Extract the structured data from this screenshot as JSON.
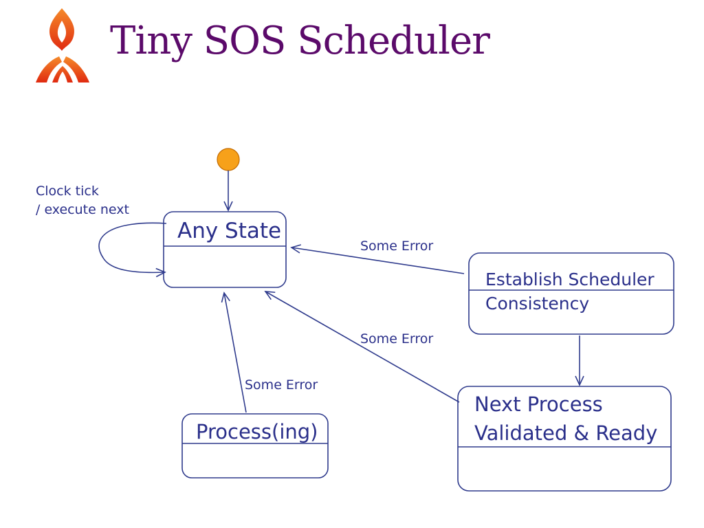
{
  "slide": {
    "title": "Tiny SOS Scheduler"
  },
  "colors": {
    "title": "#5b0a6a",
    "line": "#2e3a8c",
    "text": "#2a2f8a",
    "initial_fill": "#f7a11a",
    "initial_stroke": "#c26a00",
    "logo_top": "#f26b1d",
    "logo_bottom": "#e02a10"
  },
  "logo": {
    "icon": "flame-logo-icon"
  },
  "states": {
    "any_state": {
      "label": "Any State"
    },
    "establish": {
      "line1": "Establish Scheduler",
      "line2": "Consistency"
    },
    "next_process": {
      "line1": "Next Process",
      "line2": "Validated & Ready"
    },
    "processing": {
      "label": "Process(ing)"
    }
  },
  "transitions": {
    "self_loop": {
      "line1": "Clock tick",
      "line2": "/ execute next"
    },
    "establish_to_any": {
      "label": "Some Error"
    },
    "next_to_any": {
      "label": "Some Error"
    },
    "processing_to_any": {
      "label": "Some Error"
    }
  }
}
